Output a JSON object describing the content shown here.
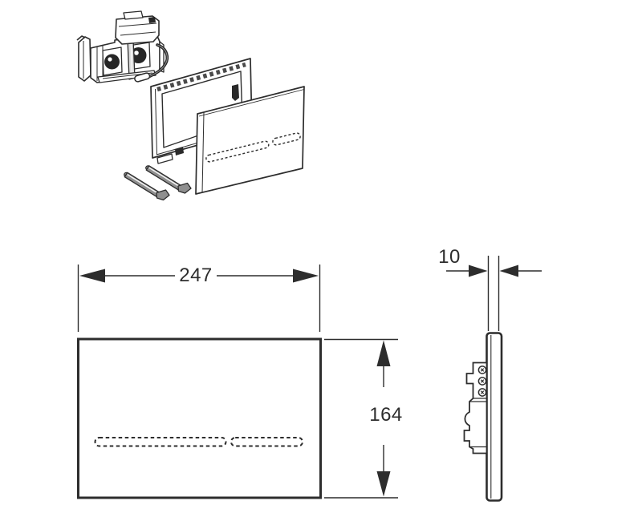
{
  "drawing": {
    "type": "technical-dimension-drawing",
    "background_color": "#ffffff",
    "line_color": "#2d2d2d",
    "dark_fill_color": "#262626",
    "metal_fill_color": "#8f8f8f",
    "dimensions": {
      "width": {
        "value": "247"
      },
      "height": {
        "value": "164"
      },
      "depth": {
        "value": "10"
      }
    },
    "views": {
      "exploded_view_parts": [
        "mechanism-unit",
        "mounting-frame",
        "glass-plate",
        "clamping-bars",
        "power-cable"
      ],
      "front_view_features": [
        "plate-outline",
        "sensor-strip-left",
        "sensor-strip-right"
      ],
      "side_view_features": [
        "plate-cross-section",
        "mechanism-profile",
        "screws"
      ]
    }
  }
}
